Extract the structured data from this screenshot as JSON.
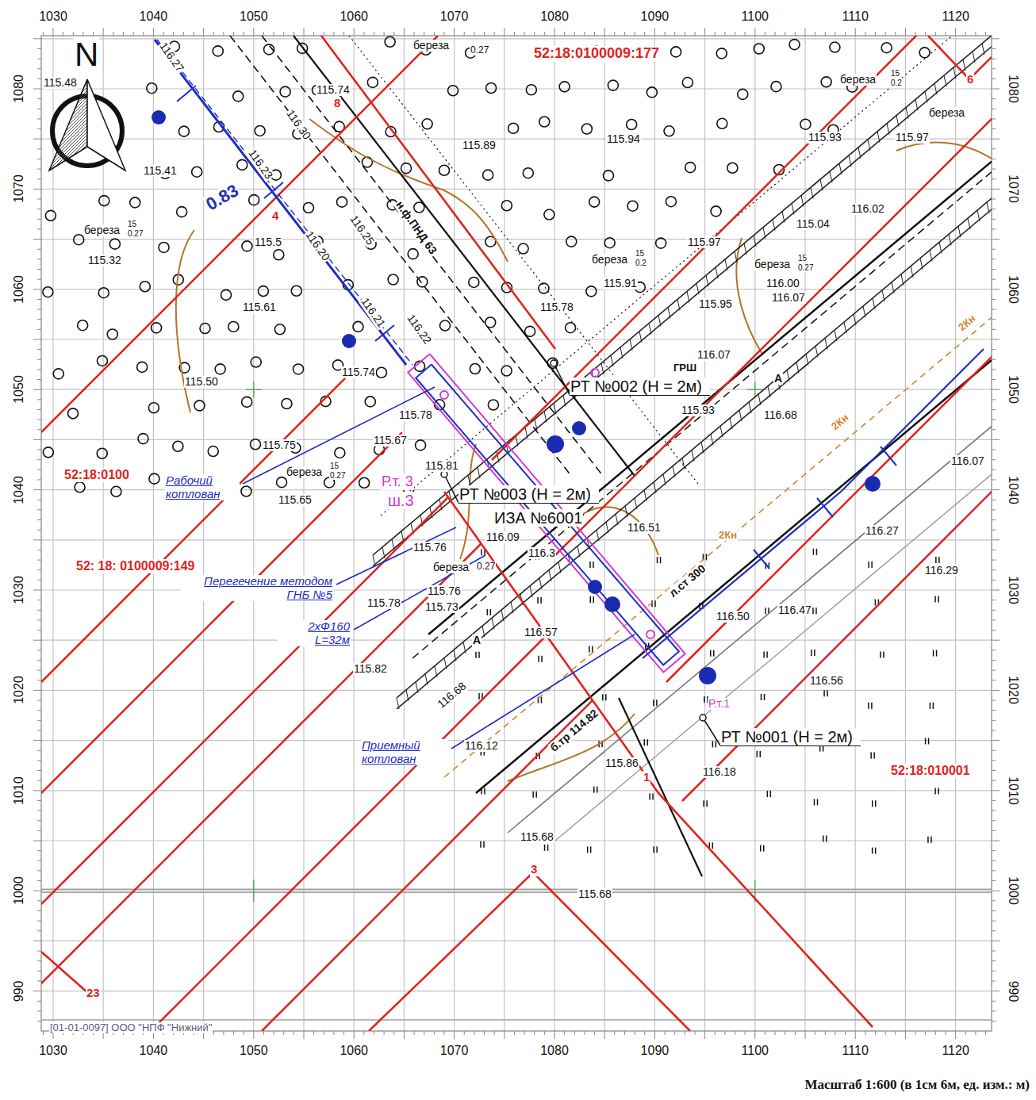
{
  "diagram": {
    "caption": "Масштаб 1:600 (в 1см 6м, ед. изм.: м)",
    "labels": [
      "1030",
      "1040",
      "1050",
      "1060",
      "1070",
      "1080",
      "1090",
      "1100",
      "1110",
      "1120",
      "1030",
      "1040",
      "1050",
      "1060",
      "1070",
      "1080",
      "1090",
      "1100",
      "1110",
      "1120",
      "1080",
      "1070",
      "1060",
      "1050",
      "1040",
      "1030",
      "1020",
      "1010",
      "1000",
      "990",
      "1080",
      "1070",
      "1060",
      "1050",
      "1040",
      "1030",
      "1020",
      "1010",
      "1000",
      "990",
      "N",
      "115.48",
      "116.27",
      "115.74",
      "116.30",
      "115.89",
      "115.94",
      "115.93",
      "115.97",
      "береза",
      "0.27",
      "52:18:0100009:177",
      "береза",
      "15",
      "0.2",
      "береза",
      "115.41",
      "116.23",
      "н.ф.ПНД 63",
      "0.83",
      "116.02",
      "115.04",
      "115.97",
      "береза",
      "15",
      "0.27",
      "115.32",
      "115.5",
      "116.20",
      "116.25",
      "береза",
      "15",
      "0.2",
      "береза",
      "15",
      "0.27",
      "115.91",
      "116.00",
      "116.07",
      "115.61",
      "115.78",
      "115.95",
      "116.22",
      "116.21",
      "115.74",
      "115.50",
      "116.07",
      "ГРШ",
      "РТ №002 (Н = 2м)",
      "115.93",
      "116.68",
      "115.78",
      "115.67",
      "115.75",
      "115.81",
      "береза",
      "15",
      "0.27",
      "52:18:0100",
      "Рабочий котлован",
      "115.65",
      "Р.т. 3",
      "ш.3",
      "РТ №003 (Н = 2м)",
      "ИЗА №6001",
      "116.09",
      "116.51",
      "116.29",
      "116.27",
      "116.07",
      "52: 18: 0100009:149",
      "115.76",
      "116.3",
      "береза",
      "0.27",
      "Перегечение методом ГНБ №5",
      "115.76",
      "115.73",
      "115.78",
      "2хФ160 L=32м",
      "116.47",
      "116.57",
      "116.50",
      "116.56",
      "115.82",
      "116.68",
      "116.12",
      "Приемный котлован",
      "РТ №001 (Н = 2м)",
      "116.18",
      "115.86",
      "52:18:010001",
      "115.68",
      "115.68",
      "[01-01-0097] ООО \"НПФ \"Нижний\"",
      "8",
      "4",
      "1",
      "3",
      "6",
      "23",
      "А",
      "А",
      "л.ст 300",
      "б.тр 114.82",
      "2Кн",
      "2Кн",
      "2Кн",
      "Р.т.1"
    ]
  }
}
